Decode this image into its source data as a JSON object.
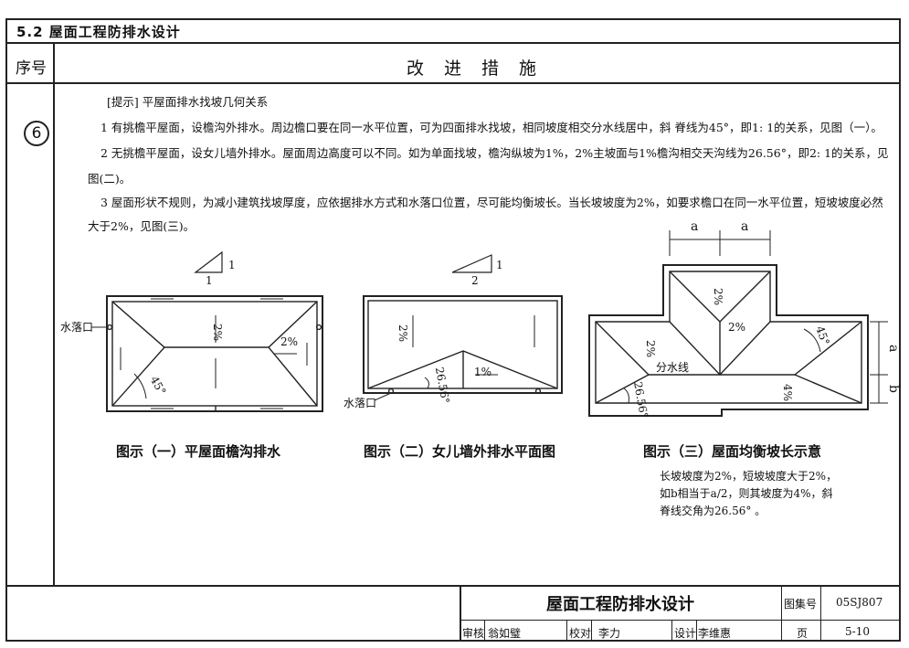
{
  "section_title": "5.2  屋面工程防排水设计",
  "header": {
    "seq_label": "序号",
    "main_label": "改 进 措 施"
  },
  "item_number": "6",
  "hint_title": "[提示] 平屋面排水找坡几何关系",
  "para1": "1 有挑檐平屋面，设檐沟外排水。周边檐口要在同一水平位置，可为四面排水找坡，相同坡度相交分水线居中，斜 脊线为45°，即1: 1的关系，见图（一）。",
  "para2_line1": "2 无挑檐平屋面，设女儿墙外排水。屋面周边高度可以不同。如为单面找坡，檐沟纵坡为1%，2%主坡面与1%檐沟相交天沟线为26.56°，即2: 1的关系，见",
  "para2_line2": "图(二)。",
  "para3_line1": "3 屋面形状不规则，为减小建筑找坡厚度，应依据排水方式和水落口位置，尽可能均衡坡长。当长坡坡度为2%，如要求檐口在同一水平位置，短坡坡度必然",
  "para3_line2": "大于2%，见图(三)。",
  "fig1": {
    "caption": "图示（一）平屋面檐沟排水",
    "ratio_h": "1",
    "ratio_v": "1",
    "outlet_label": "水落口",
    "slope_main": "2%",
    "slope_end": "2%",
    "angle": "45°"
  },
  "fig2": {
    "caption": "图示（二）女儿墙外排水平面图",
    "ratio_h": "2",
    "ratio_v": "1",
    "outlet_label": "水落口",
    "slope_left": "2%",
    "slope_center": "1%",
    "angle": "26.56°"
  },
  "fig3": {
    "caption": "图示（三）屋面均衡坡长示意",
    "dim_a": "a",
    "dim_b": "b",
    "slope_top": "2%",
    "slope_mid": "2%",
    "slope_left": "2%",
    "slope_right": "4%",
    "angle_45": "45°",
    "angle_26": "26.56°",
    "ridge_label": "分水线",
    "note": [
      "长坡坡度为2%，短坡坡度大于2%，",
      "如b相当于a/2，则其坡度为4%，斜",
      "脊线交角为26.56°  。"
    ]
  },
  "title_block": {
    "title": "屋面工程防排水设计",
    "atlas_label": "图集号",
    "atlas_no": "05SJ807",
    "review_label": "审核",
    "review_name": "翁如璧",
    "check_label": "校对",
    "check_name": "李力",
    "design_label": "设计",
    "design_name": "李维惠",
    "page_label": "页",
    "page_no": "5-10"
  }
}
